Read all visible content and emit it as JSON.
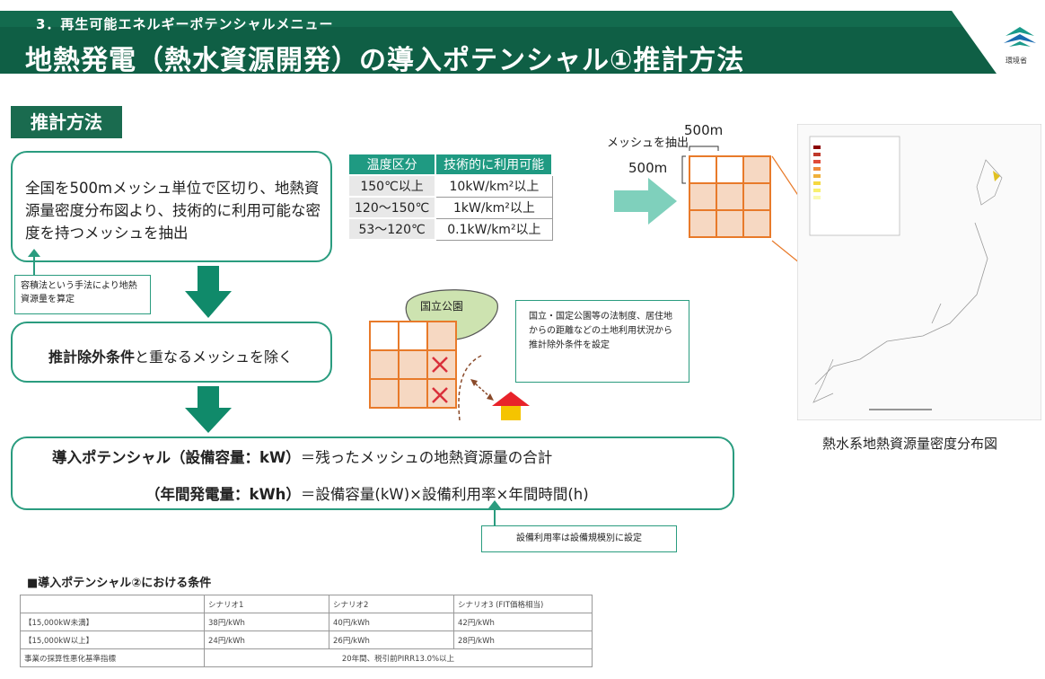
{
  "header": {
    "subtitle": "3．再生可能エネルギーポテンシャルメニュー",
    "title": "地熱発電（熱水資源開発）の導入ポテンシャル①推計方法",
    "logo_text": "環境省"
  },
  "section_label": "推計方法",
  "step1": {
    "text": "全国を500mメッシュ単位で区切り、地熱資源量密度分布図より、技術的に利用可能な密度を持つメッシュを抽出",
    "note": "容積法という手法により地熱資源量を算定"
  },
  "temperature_table": {
    "headers": [
      "温度区分",
      "技術的に利用可能"
    ],
    "rows": [
      [
        "150℃以上",
        "10kW/km²以上"
      ],
      [
        "120～150℃",
        "1kW/km²以上"
      ],
      [
        "53～120℃",
        "0.1kW/km²以上"
      ]
    ]
  },
  "mesh_diagram": {
    "extract_label": "メッシュを抽出",
    "width_label": "500m",
    "height_label": "500m"
  },
  "step2": {
    "bold_text": "推計除外条件",
    "text": "と重なるメッシュを除く",
    "park_label": "国立公園",
    "note": "国立・国定公園等の法制度、居住地からの距離などの土地利用状況から推計除外条件を設定"
  },
  "formula": {
    "label1": "導入ポテンシャル（設備容量：kW）",
    "eq1": "＝残ったメッシュの地熱資源量の合計",
    "label2": "（年間発電量：kWh）",
    "eq2": "＝設備容量(kW)×設備利用率×年間時間(h)",
    "note": "設備利用率は設備規模別に設定"
  },
  "map": {
    "caption": "熱水系地熱資源量密度分布図"
  },
  "conditions": {
    "title": "■導入ポテンシャル②における条件",
    "headers": [
      "",
      "シナリオ1",
      "シナリオ2",
      "シナリオ3 (FIT価格相当)"
    ],
    "rows": [
      [
        "【15,000kW未満】",
        "38円/kWh",
        "40円/kWh",
        "42円/kWh"
      ],
      [
        "【15,000kW以上】",
        "24円/kWh",
        "26円/kWh",
        "28円/kWh"
      ]
    ],
    "last_row": [
      "事業の採算性悪化基準指標",
      "20年間、税引前PIRR13.0%以上"
    ]
  },
  "colors": {
    "header_green": "#0f6b4d",
    "accent_green": "#2a9c7f",
    "mesh_orange": "#e87a2a",
    "mesh_fill": "#f6d8c2"
  }
}
